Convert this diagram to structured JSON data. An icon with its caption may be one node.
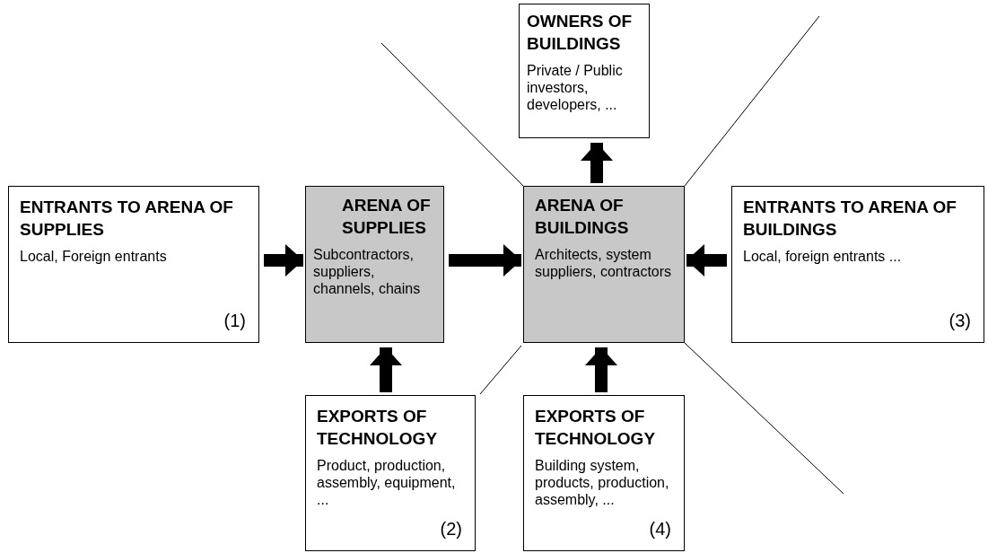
{
  "diagram": {
    "nodes": [
      {
        "text": [
          "OWNERS OF BUILDINGS",
          "Private / Public investors, developers, ..."
        ]
      },
      {
        "text": [
          "ENTRANTS TO ARENA OF SUPPLIES",
          "Local, Foreign entrants",
          "(1)"
        ]
      },
      {
        "text": [
          "ARENA OF SUPPLIES",
          "Subcontractors, suppliers, channels, chains"
        ]
      },
      {
        "text": [
          "ARENA OF BUILDINGS",
          "Architects, system suppliers, contractors"
        ]
      },
      {
        "text": [
          "ENTRANTS TO ARENA OF BUILDINGS",
          "Local, foreign entrants ...",
          "(3)"
        ]
      },
      {
        "text": [
          "EXPORTS OF TECHNOLOGY",
          "Product, production, assembly, equipment, ...",
          "(2)"
        ]
      },
      {
        "text": [
          "EXPORTS OF TECHNOLOGY",
          "Building system, products, production, assembly, ...",
          "(4)"
        ]
      }
    ],
    "edges": [
      {
        "from": 1,
        "to": 2,
        "arrow": "to"
      },
      {
        "from": 2,
        "to": 3,
        "arrow": "to"
      },
      {
        "from": 4,
        "to": 3,
        "arrow": "to"
      },
      {
        "from": 3,
        "to": 0,
        "arrow": "to"
      },
      {
        "from": 5,
        "to": 2,
        "arrow": "to"
      },
      {
        "from": 6,
        "to": 3,
        "arrow": "to"
      }
    ]
  }
}
